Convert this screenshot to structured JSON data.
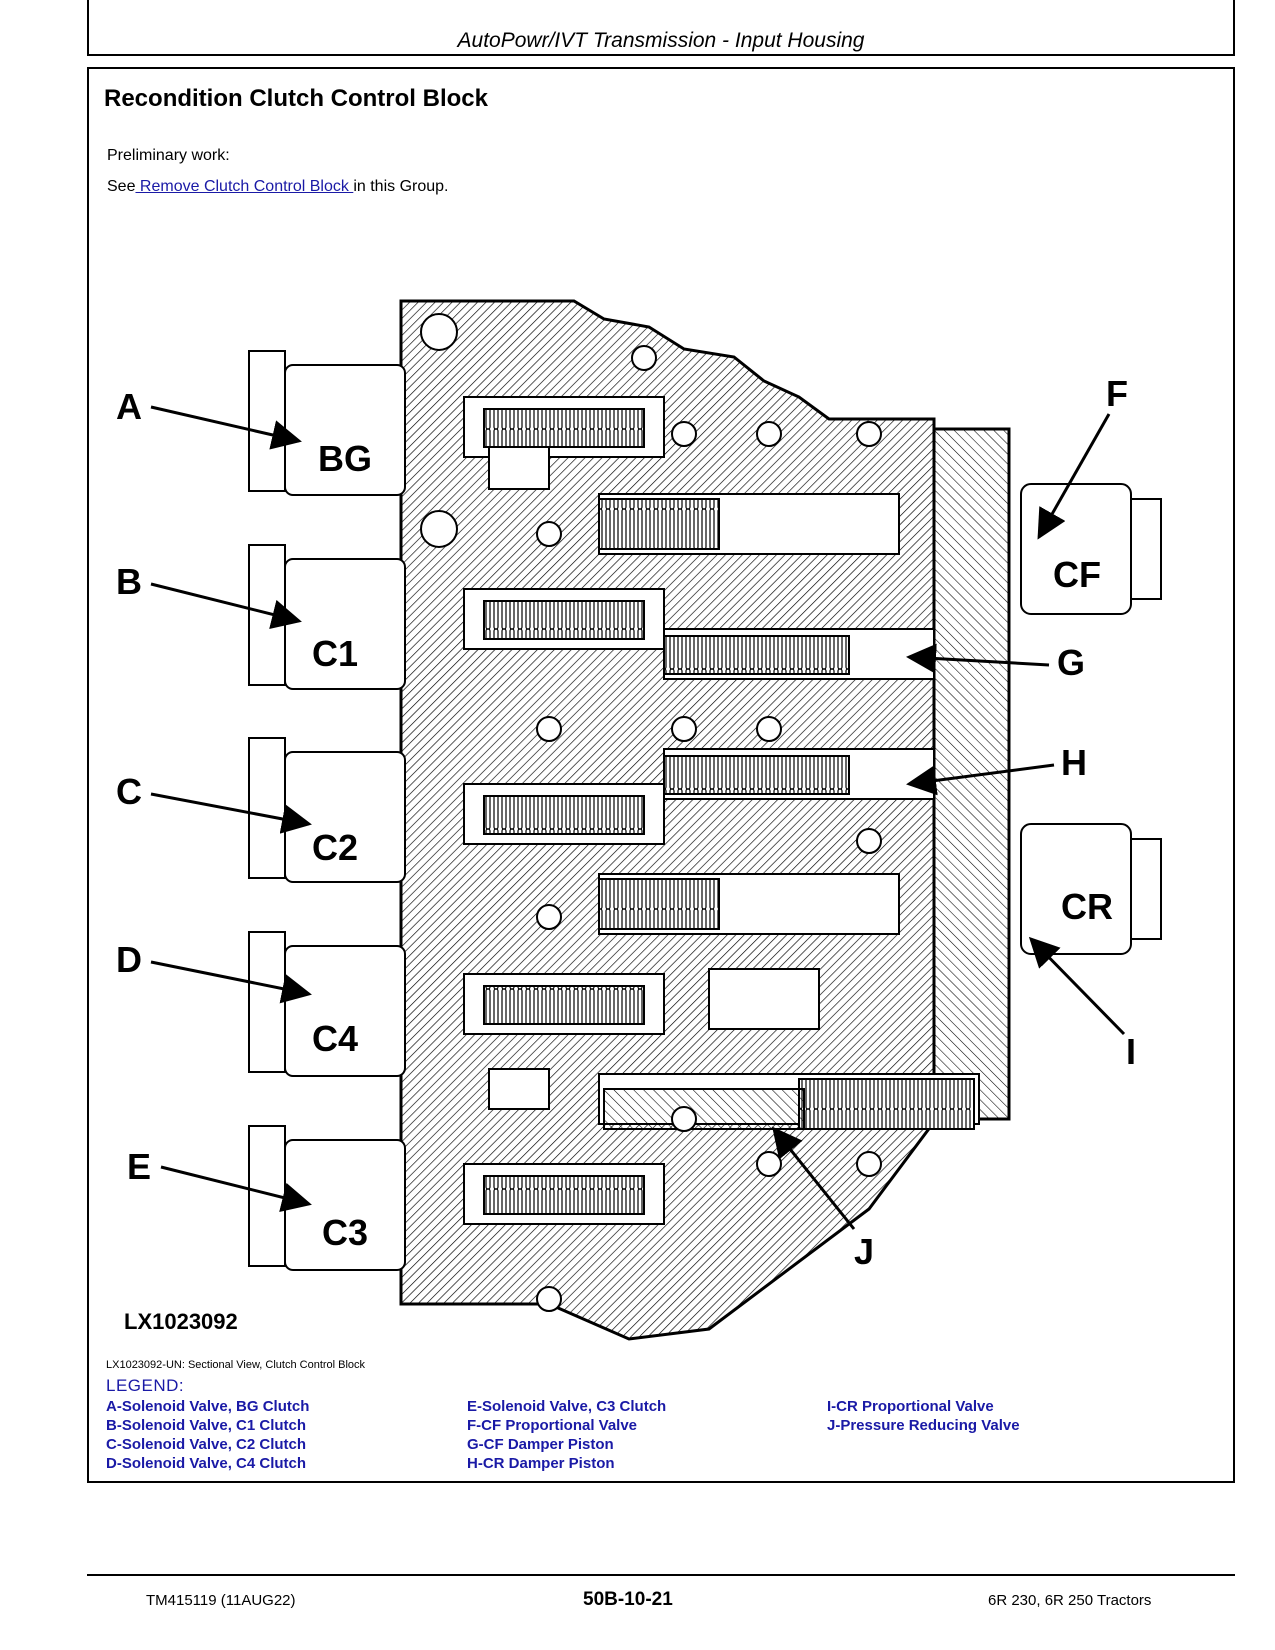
{
  "header": {
    "title": "AutoPowr/IVT Transmission - Input Housing"
  },
  "section": {
    "title": "Recondition Clutch Control Block",
    "preliminary": "Preliminary work:",
    "see_prefix": "See",
    "see_link": " Remove Clutch Control Block ",
    "see_suffix": "in this Group."
  },
  "figure": {
    "id": "LX1023092",
    "caption": "LX1023092-UN: Sectional View, Clutch Control Block",
    "callouts": [
      "A",
      "B",
      "C",
      "D",
      "E",
      "F",
      "G",
      "H",
      "I",
      "J"
    ],
    "solenoid_labels": [
      "BG",
      "C1",
      "C2",
      "C4",
      "C3"
    ],
    "side_labels": [
      "CF",
      "CR"
    ]
  },
  "legend": {
    "title": "LEGEND:",
    "col1": [
      "A-Solenoid Valve, BG Clutch",
      "B-Solenoid Valve, C1 Clutch",
      "C-Solenoid Valve, C2 Clutch",
      "D-Solenoid Valve, C4 Clutch"
    ],
    "col2": [
      "E-Solenoid Valve, C3 Clutch",
      "F-CF Proportional Valve",
      "G-CF Damper Piston",
      "H-CR Damper Piston"
    ],
    "col3": [
      "I-CR Proportional Valve",
      "J-Pressure Reducing Valve"
    ]
  },
  "footer": {
    "left": "TM415119 (11AUG22)",
    "center": "50B-10-21",
    "right": "6R 230, 6R 250 Tractors"
  },
  "colors": {
    "link": "#1a1aa6",
    "legend": "#1a1aa6"
  }
}
